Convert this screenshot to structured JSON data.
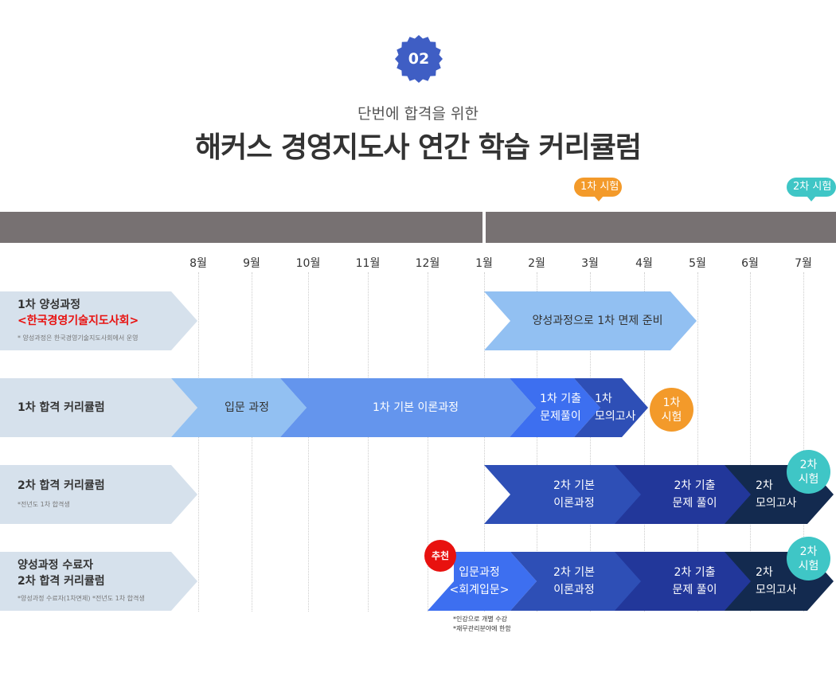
{
  "header": {
    "badge": "02",
    "subtitle": "단번에 합격을 위한",
    "title": "해커스 경영지도사 연간 학습 커리큘럼"
  },
  "exam_tags": {
    "first": "1차 시험",
    "second": "2차 시험"
  },
  "months": [
    "8월",
    "9월",
    "10월",
    "11월",
    "12월",
    "1월",
    "2월",
    "3월",
    "4월",
    "5월",
    "6월",
    "7월"
  ],
  "rows": {
    "row1": {
      "title": "1차 양성과정",
      "org": "<한국경영기술지도사회>",
      "note": "* 양성과정은 한국경영기술지도사회에서 운영",
      "bar": "양성과정으로 1차 면제 준비"
    },
    "row2": {
      "title": "1차 합격 커리큘럼",
      "intro": "입문 과정",
      "basic": "1차 기본 이론과정",
      "past_l1": "1차 기출",
      "past_l2": "문제풀이",
      "mock_l1": "1차",
      "mock_l2": "모의고사",
      "exam_l1": "1차",
      "exam_l2": "시험"
    },
    "row3": {
      "title": "2차 합격 커리큘럼",
      "note": "*전년도 1차 합격생",
      "basic_l1": "2차 기본",
      "basic_l2": "이론과정",
      "past_l1": "2차 기출",
      "past_l2": "문제 풀이",
      "mock_l1": "2차",
      "mock_l2": "모의고사",
      "exam_l1": "2차",
      "exam_l2": "시험"
    },
    "row4": {
      "title_l1": "양성과정 수료자",
      "title_l2": "2차 합격 커리큘럼",
      "note": "*양성과정 수료자(1차면제) *전년도 1차 합격생",
      "recommend": "추천",
      "intro_l1": "입문과정",
      "intro_l2": "<회계입문>",
      "basic_l1": "2차 기본",
      "basic_l2": "이론과정",
      "past_l1": "2차 기출",
      "past_l2": "문제 풀이",
      "mock_l1": "2차",
      "mock_l2": "모의고사",
      "exam_l1": "2차",
      "exam_l2": "시험",
      "foot1": "*인강으로 개별 수강",
      "foot2": "*재무관리분야에 한함"
    }
  },
  "colors": {
    "badge": "#3f5ec4",
    "label_bg": "#d6e1ec",
    "light_blue": "#92c0f2",
    "mid_blue": "#6495ed",
    "bright_blue": "#3d6ff0",
    "royal_blue": "#2e4fb6",
    "deep_blue": "#22379a",
    "navy": "#132a4f",
    "orange": "#f39a2a",
    "teal": "#3fc6c6",
    "red": "#e8110f",
    "year_bar": "#777172"
  }
}
